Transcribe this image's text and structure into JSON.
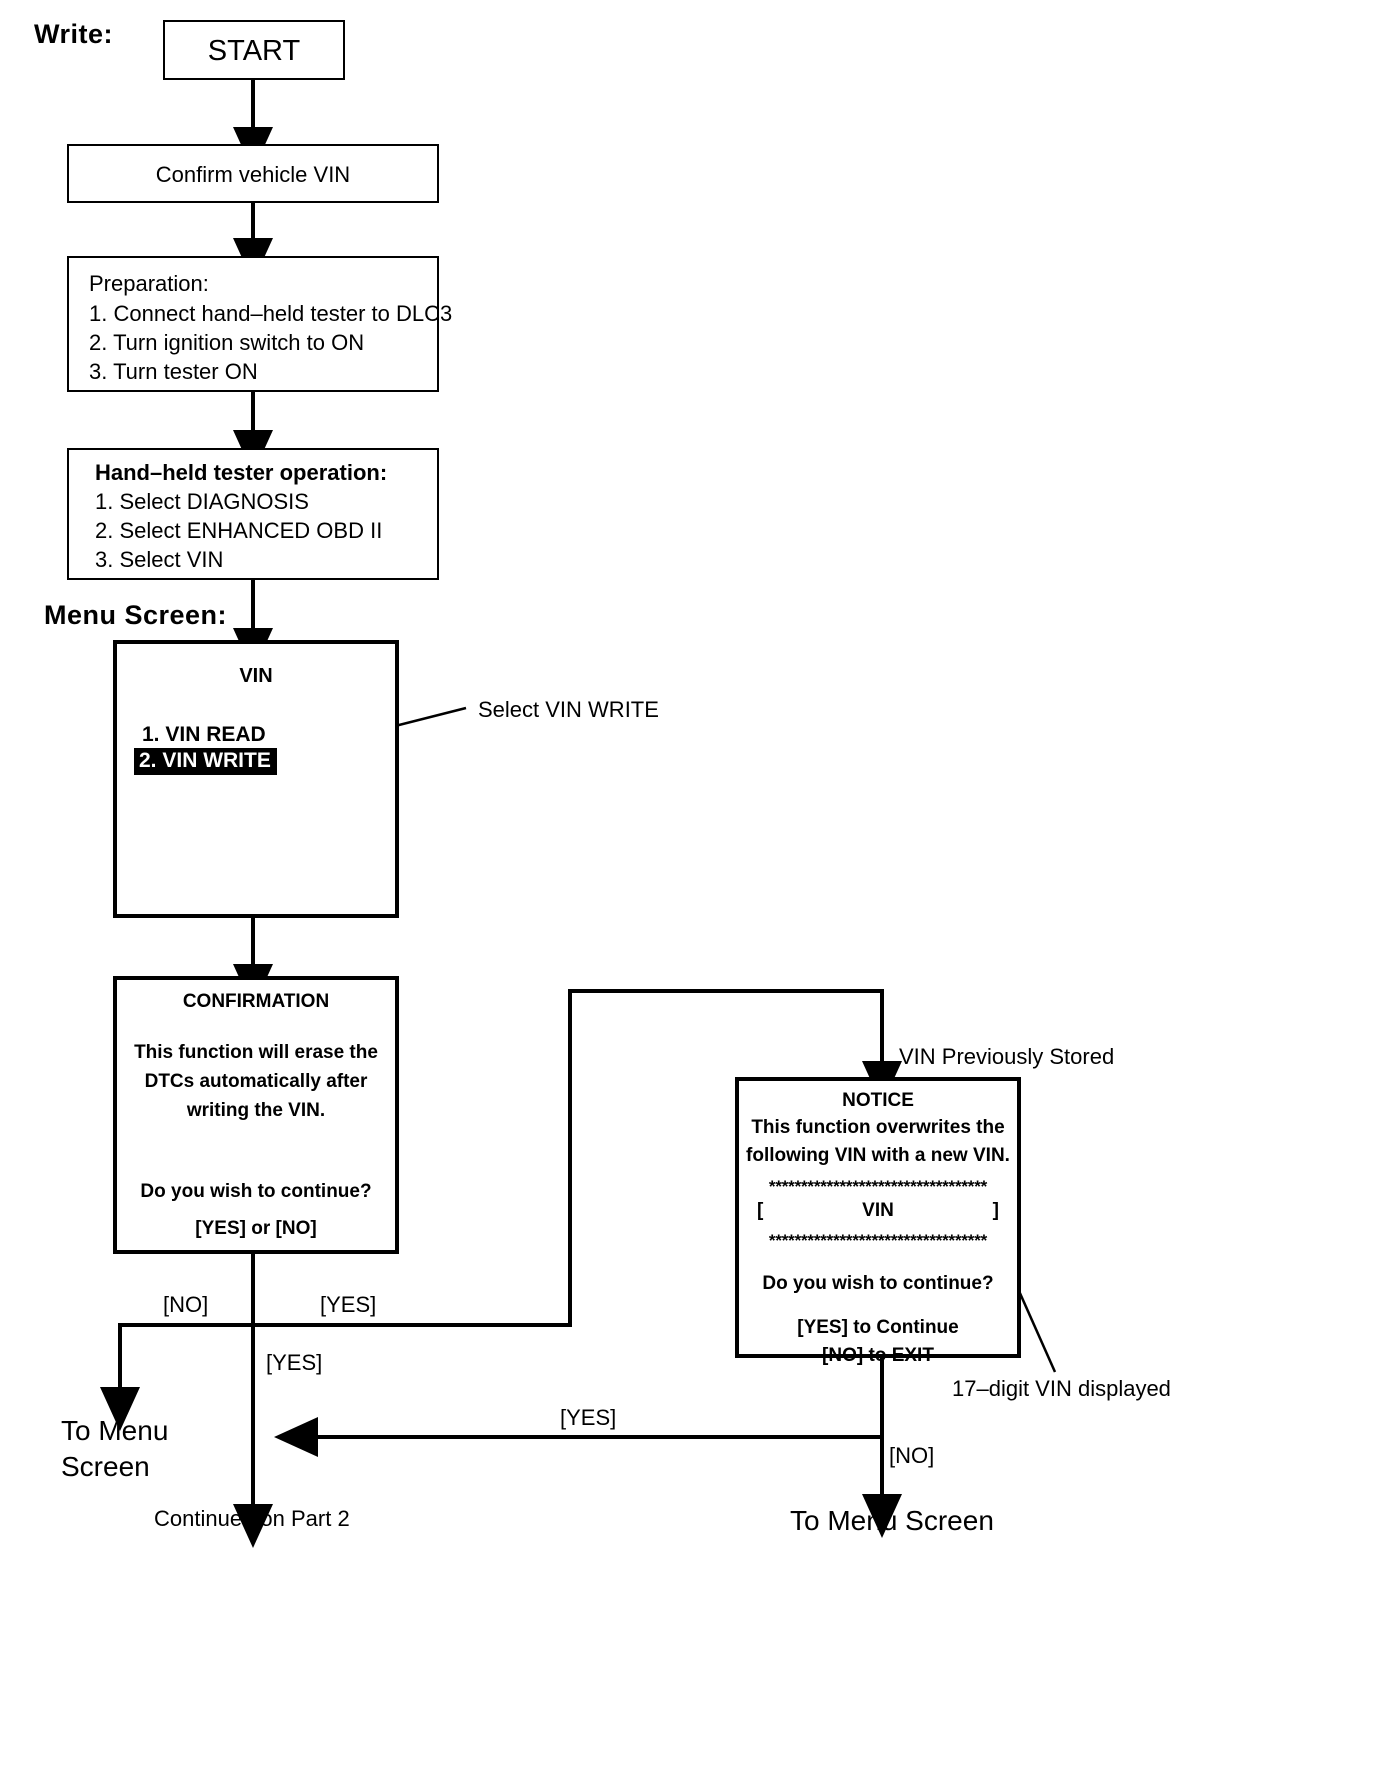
{
  "headings": {
    "write": "Write:",
    "menu_screen": "Menu Screen:"
  },
  "boxes": {
    "start": {
      "title": "START"
    },
    "confirm_vin": {
      "text": "Confirm vehicle VIN"
    },
    "preparation": {
      "title": "Preparation:",
      "steps": [
        "1. Connect hand–held tester to DLC3",
        "2. Turn ignition switch to ON",
        "3. Turn tester ON"
      ]
    },
    "tester_operation": {
      "title": "Hand–held tester operation:",
      "steps": [
        "1. Select DIAGNOSIS",
        "2. Select ENHANCED OBD II",
        "3. Select VIN"
      ]
    },
    "vin_menu": {
      "title": "VIN",
      "items": [
        "1. VIN READ",
        "2. VIN WRITE"
      ],
      "selected_index": 1
    },
    "confirmation": {
      "title": "CONFIRMATION",
      "body": [
        "This function will erase the",
        "DTCs automatically after",
        "writing the VIN."
      ],
      "question": "Do you wish to continue?",
      "options": "[YES] or [NO]"
    },
    "notice": {
      "title": "NOTICE",
      "body": [
        "This function overwrites the",
        "following VIN with a new VIN."
      ],
      "separator": "**********************************",
      "vin_line_open": "[",
      "vin_line_label": "VIN",
      "vin_line_close": "]",
      "question": "Do you wish to continue?",
      "options": [
        "[YES] to Continue",
        "[NO] to EXIT"
      ]
    }
  },
  "callouts": {
    "select_vin_write": "Select VIN WRITE",
    "vin_previously_stored": "VIN Previously Stored",
    "vin_digits": "17–digit VIN displayed"
  },
  "flow_labels": {
    "no_left": "[NO]",
    "yes_right": "[YES]",
    "yes_down": "[YES]",
    "yes_return": "[YES]",
    "no_bottom": "[NO]"
  },
  "terminals": {
    "to_menu_screen_left_line1": "To Menu",
    "to_menu_screen_left_line2": "Screen",
    "continued_on_part_2": "Continued on Part 2",
    "to_menu_screen_right": "To Menu Screen"
  },
  "colors": {
    "ink": "#000000",
    "paper": "#ffffff",
    "highlight_bg": "#000000",
    "highlight_fg": "#ffffff"
  }
}
